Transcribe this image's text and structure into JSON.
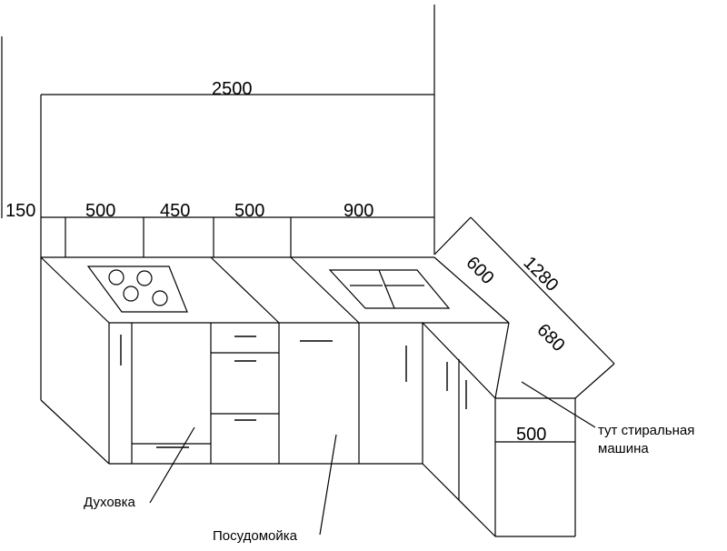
{
  "dimensions": {
    "total_width": "2500",
    "seg_150": "150",
    "seg_500_a": "500",
    "seg_450": "450",
    "seg_500_b": "500",
    "seg_900": "900",
    "corner_600": "600",
    "corner_1280": "1280",
    "corner_680": "680",
    "washer_width": "500"
  },
  "labels": {
    "oven": "Духовка",
    "dishwasher": "Посудомойка",
    "washer_line1": "тут стиральная",
    "washer_line2": "машина"
  }
}
